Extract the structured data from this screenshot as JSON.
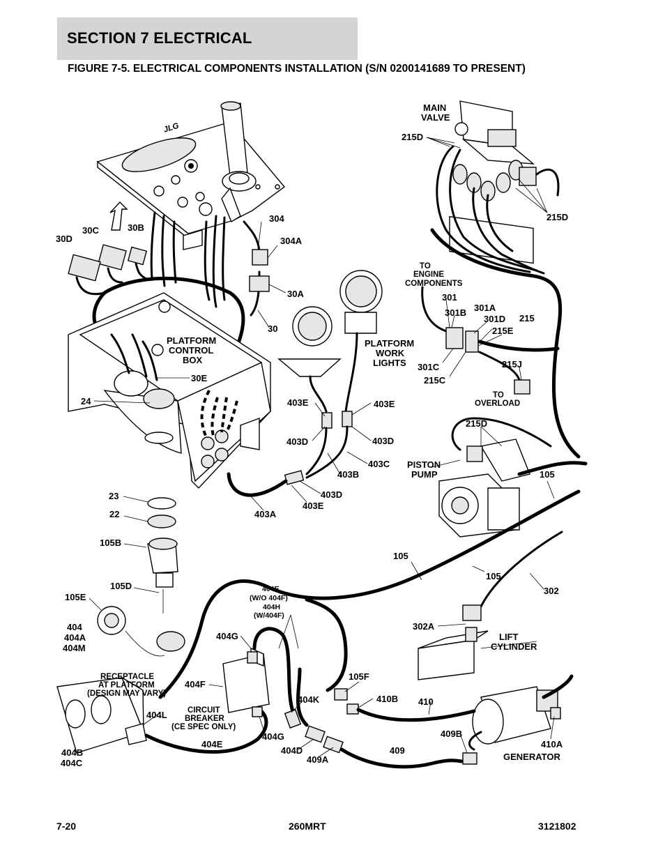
{
  "header": {
    "section": "SECTION 7   ELECTRICAL",
    "figure": "FIGURE 7-5. ELECTRICAL COMPONENTS INSTALLATION (S/N 0200141689 TO PRESENT)"
  },
  "labels": {
    "main_valve_1": "MAIN",
    "main_valve_2": "VALVE",
    "l215d_a": "215D",
    "l215d_b": "215D",
    "l215d_c": "215D",
    "to_engine_1": "TO",
    "to_engine_2": "ENGINE",
    "to_engine_3": "COMPONENTS",
    "l301": "301",
    "l301b": "301B",
    "l301a": "301A",
    "l301d": "301D",
    "l215": "215",
    "l215e": "215E",
    "l215j": "215J",
    "l301c": "301C",
    "l215c": "215C",
    "to_overload_1": "TO",
    "to_overload_2": "OVERLOAD",
    "l304": "304",
    "l304a": "304A",
    "l30a": "30A",
    "l30": "30",
    "l30b": "30B",
    "l30c": "30C",
    "l30d": "30D",
    "pcb_1": "PLATFORM",
    "pcb_2": "CONTROL",
    "pcb_3": "BOX",
    "l30e": "30E",
    "l24": "24",
    "pwl_1": "PLATFORM",
    "pwl_2": "WORK",
    "pwl_3": "LIGHTS",
    "l403e_a": "403E",
    "l403e_b": "403E",
    "l403d_a": "403D",
    "l403d_b": "403D",
    "l403c": "403C",
    "l403b": "403B",
    "l403d_c": "403D",
    "l403e_c": "403E",
    "l403a": "403A",
    "piston_1": "PISTON",
    "piston_2": "PUMP",
    "l105_a": "105",
    "l23": "23",
    "l22": "22",
    "l105b": "105B",
    "l105d": "105D",
    "l105e": "105E",
    "l105_b": "105",
    "l105_c": "105",
    "l302": "302",
    "l404e_top": "404E",
    "wo404f": "(W/O 404F)",
    "l404h": "404H",
    "w404f": "(W/404F)",
    "l404": "404",
    "l404a": "404A",
    "l404m": "404M",
    "l404g_a": "404G",
    "l302a": "302A",
    "lift_1": "LIFT",
    "lift_2": "CYLINDER",
    "rec_1": "RECEPTACLE",
    "rec_2": "AT PLATFORM",
    "rec_3": "(DESIGN MAY VARY)",
    "l404f": "404F",
    "l105f": "105F",
    "cb_1": "CIRCUIT",
    "cb_2": "BREAKER",
    "cb_3": "(CE SPEC ONLY)",
    "l404k": "404K",
    "l410b": "410B",
    "l410": "410",
    "l404l": "404L",
    "l404g_b": "404G",
    "l404e_b": "404E",
    "l404d": "404D",
    "l409a": "409A",
    "l409": "409",
    "l409b": "409B",
    "l410a": "410A",
    "generator": "GENERATOR",
    "l404b": "404B",
    "l404c": "404C"
  },
  "footer": {
    "page": "7-20",
    "model": "260MRT",
    "doc": "3121802"
  }
}
